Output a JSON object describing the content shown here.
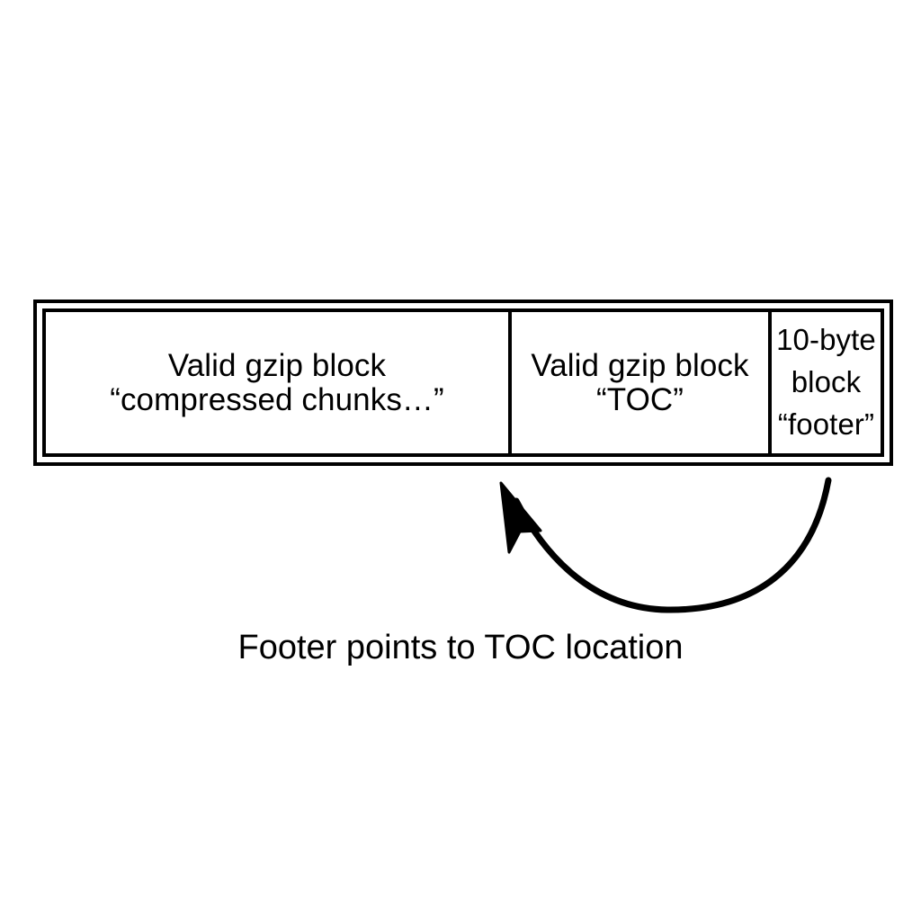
{
  "diagram": {
    "title_text": "",
    "background_color": "#ffffff",
    "stroke_color": "#000000",
    "layout_bar": {
      "name": "gzip-file-layout-bar",
      "border_style": "double",
      "segments": [
        {
          "id": "compressed-chunks",
          "lines": [
            "Valid gzip block",
            "“compressed chunks…”"
          ]
        },
        {
          "id": "toc",
          "lines": [
            "Valid gzip block",
            "“TOC”"
          ]
        },
        {
          "id": "footer",
          "lines": [
            "10-byte",
            "block",
            "“footer”"
          ]
        }
      ]
    },
    "annotation": {
      "arrow_name": "footer-to-toc-arrow",
      "arrow_description": "curved arrow from footer block to TOC block",
      "caption": "Footer points to TOC location"
    }
  }
}
